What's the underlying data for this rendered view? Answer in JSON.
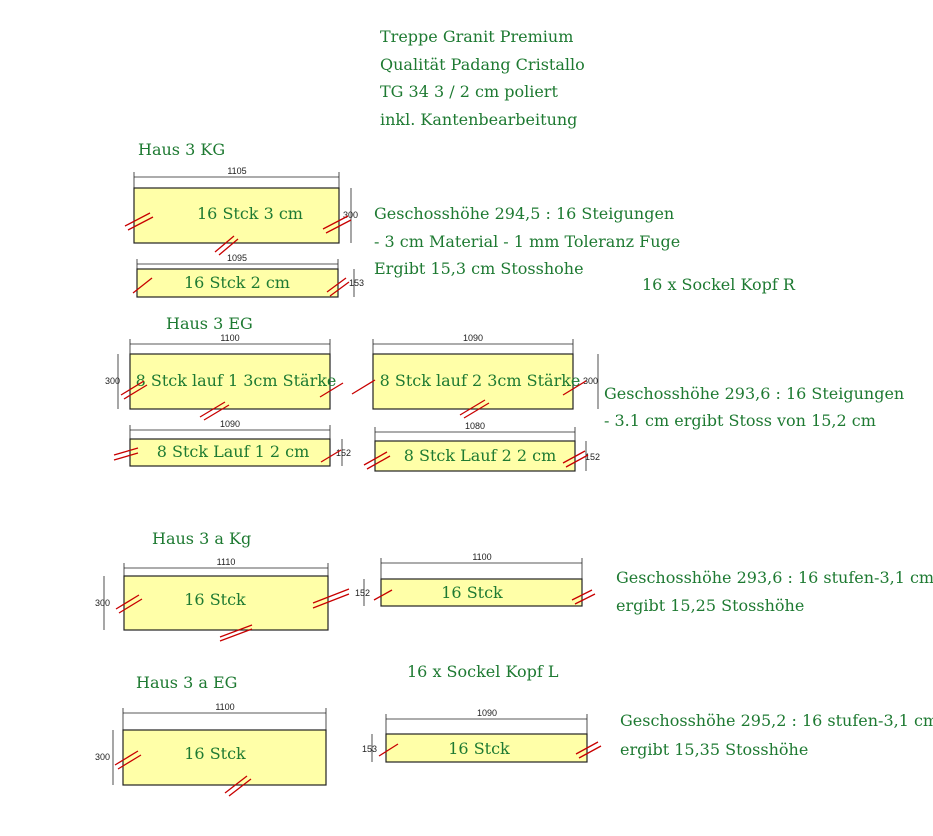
{
  "header": [
    "Treppe Granit Premium",
    "Qualität Padang Cristallo",
    "TG 34 3 / 2 cm poliert",
    "inkl. Kantenbearbeitung"
  ],
  "sections": [
    {
      "title": "Haus 3 KG",
      "notes": [
        "Geschosshöhe 294,5 : 16 Steigungen",
        "- 3 cm Material - 1 mm Toleranz Fuge",
        "Ergibt 15,3 cm Stosshohe"
      ],
      "extra": "16 x Sockel Kopf R",
      "slabs": [
        {
          "label": "16 Stck 3 cm",
          "width": "1105",
          "height": "300"
        },
        {
          "label": "16 Stck 2 cm",
          "width": "1095",
          "height": "153"
        }
      ]
    },
    {
      "title": "Haus 3 EG",
      "notes": [
        "Geschosshöhe 293,6 : 16 Steigungen",
        "- 3.1 cm ergibt Stoss von 15,2 cm"
      ],
      "slabs": [
        {
          "label": "8 Stck lauf 1 3cm Stärke",
          "width": "1100",
          "height": "300"
        },
        {
          "label": "8 Stck lauf 2 3cm Stärke",
          "width": "1090",
          "height": "300"
        },
        {
          "label": "8 Stck Lauf 1 2 cm",
          "width": "1090",
          "height": "152"
        },
        {
          "label": "8 Stck Lauf 2 2 cm",
          "width": "1080",
          "height": "152"
        }
      ]
    },
    {
      "title": "Haus 3 a Kg",
      "notes": [
        "Geschosshöhe 293,6 : 16 stufen-3,1 cm",
        "ergibt 15,25 Stosshöhe"
      ],
      "slabs": [
        {
          "label": "16 Stck",
          "width": "1110",
          "height": "300"
        },
        {
          "label": "16 Stck",
          "width": "1100",
          "height": "152"
        }
      ]
    },
    {
      "title": "Haus 3 a EG",
      "notes": [
        "Geschosshöhe 295,2 : 16 stufen-3,1 cm",
        "ergibt 15,35 Stosshöhe"
      ],
      "extra": "16 x Sockel Kopf L",
      "slabs": [
        {
          "label": "16 Stck",
          "width": "1100",
          "height": "300"
        },
        {
          "label": "16 Stck",
          "width": "1090",
          "height": "153"
        }
      ]
    }
  ],
  "colors": {
    "text": "#1e7a32",
    "slab_fill": "#ffffa8",
    "cut_mark": "#c80000"
  }
}
